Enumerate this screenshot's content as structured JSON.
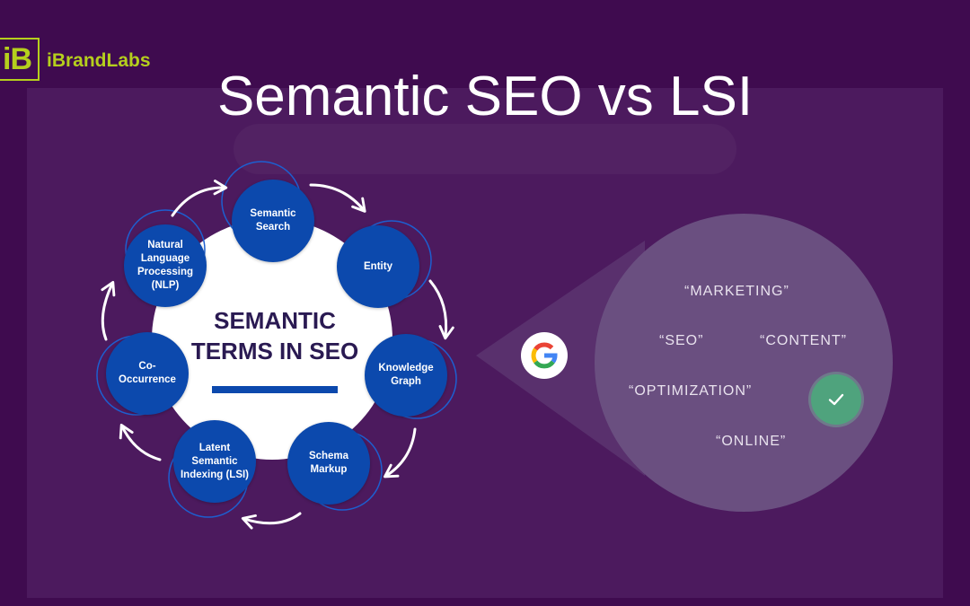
{
  "logo": {
    "mark": "iB",
    "name": "iBrandLabs"
  },
  "title": "Semantic SEO vs LSI",
  "center_label": "SEMANTIC TERMS IN SEO",
  "nodes": [
    {
      "label": "Semantic Search"
    },
    {
      "label": "Entity"
    },
    {
      "label": "Knowledge Graph"
    },
    {
      "label": "Schema Markup"
    },
    {
      "label": "Latent Semantic Indexing (LSI)"
    },
    {
      "label": "Co-Occurrence"
    },
    {
      "label": "Natural Language Processing (NLP)"
    }
  ],
  "search_terms": [
    "“MARKETING”",
    "“SEO”",
    "“CONTENT”",
    "“OPTIMIZATION”",
    "“ONLINE”"
  ],
  "colors": {
    "background": "#3f0b4f",
    "panel": "#4c1a5e",
    "node": "#0c49ad",
    "logo": "#b5cf1d",
    "check": "#4fa37d"
  },
  "icons": [
    "google-icon",
    "check-icon",
    "cycle-arrow-icon"
  ]
}
